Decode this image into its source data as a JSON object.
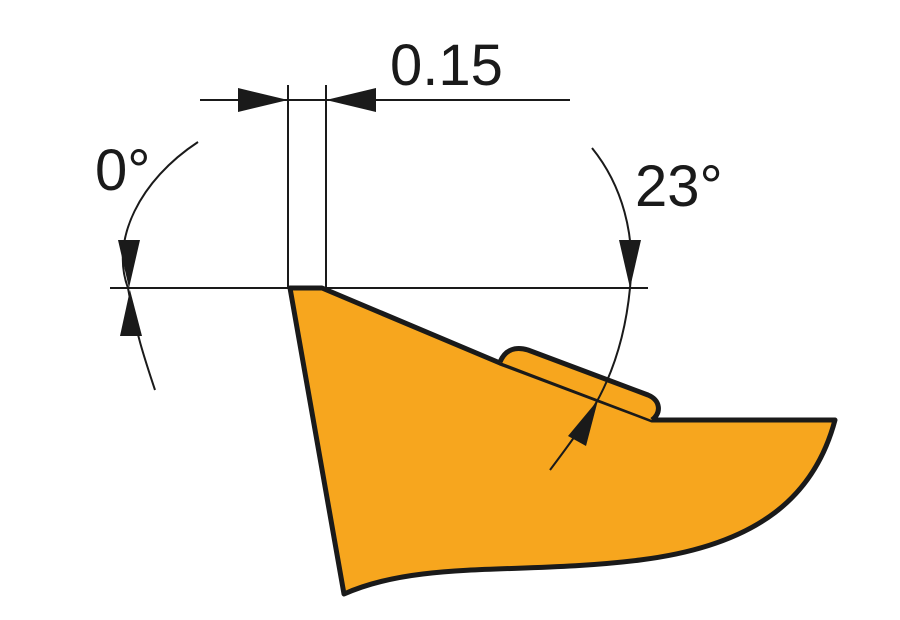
{
  "labels": {
    "land_width": "0.15",
    "land_angle": "0°",
    "rake_angle": "23°"
  },
  "colors": {
    "insert_fill": "#f7a61e",
    "line": "#1a1a1a",
    "background": "#ffffff"
  }
}
